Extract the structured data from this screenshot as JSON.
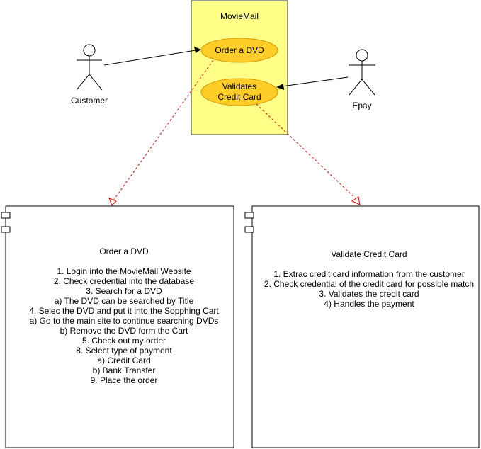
{
  "system": {
    "title": "MovieMail"
  },
  "actors": {
    "customer": "Customer",
    "epay": "Epay"
  },
  "use_cases": {
    "order": "Order a DVD",
    "validate_line1": "Validates",
    "validate_line2": "Credit Card"
  },
  "notes": {
    "order": {
      "title": "Order a DVD",
      "lines": [
        "1. Login into the MovieMail Website",
        "2. Check credential into the database",
        "3. Search for a DVD",
        "a) The DVD can be searched by Title",
        "4. Selec the DVD and put it into the Sopphing Cart",
        "a) Go to the main site to continue searching DVDs",
        "b) Remove the DVD form the Cart",
        "5. Check out my order",
        "8. Select type of payment",
        "a) Credit Card",
        "b) Bank Transfer",
        "9. Place the order"
      ]
    },
    "validate": {
      "title": "Validate Credit Card",
      "lines": [
        "1. Extrac credit card information from the customer",
        "2. Check credential of the credit card for possible match",
        "3. Validates the credit card",
        "4) Handles the payment"
      ]
    }
  },
  "colors": {
    "system_fill": "#ffff88",
    "system_stroke": "#36393d",
    "usecase_fill": "#ffcd28",
    "usecase_stroke": "#d79b00",
    "dependency": "#ff0000"
  }
}
